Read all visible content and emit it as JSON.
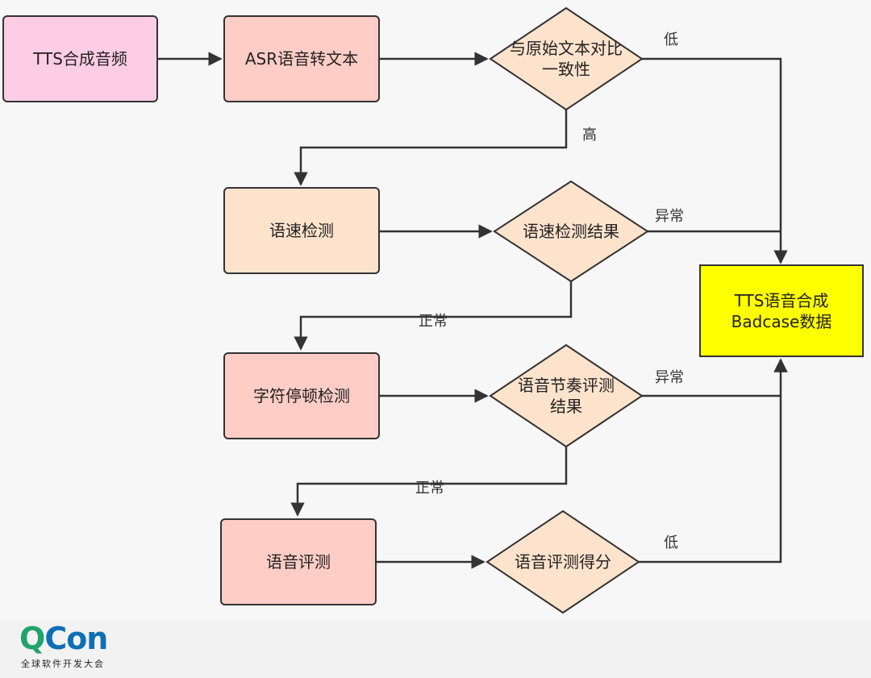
{
  "nodes": {
    "tts_audio": "TTS合成音频",
    "asr": "ASR语音转文本",
    "compare": "与原始文本对比\n一致性",
    "speed_check": "语速检测",
    "speed_result": "语速检测结果",
    "pause_check": "字符停顿检测",
    "rhythm_result": "语音节奏评测\n结果",
    "speech_eval": "语音评测",
    "eval_score": "语音评测得分",
    "badcase": "TTS语音合成\nBadcase数据"
  },
  "edge_labels": {
    "compare_low": "低",
    "compare_high": "高",
    "speed_abnormal": "异常",
    "speed_normal": "正常",
    "rhythm_abnormal": "异常",
    "rhythm_normal": "正常",
    "score_low": "低"
  },
  "colors": {
    "pink": "#fccde5",
    "salmon": "#fdcdc6",
    "peach": "#fde3cc",
    "yellow": "#ffff00",
    "line": "#333333"
  },
  "footer": {
    "logo_q": "Q",
    "logo_con": "Con",
    "subtitle": "全球软件开发大会"
  }
}
